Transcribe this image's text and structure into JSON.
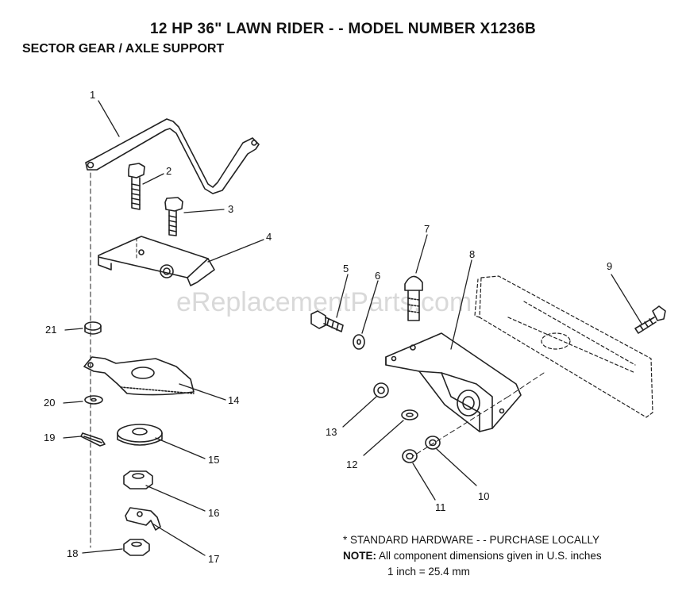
{
  "header": {
    "title": "12 HP 36\" LAWN RIDER - - MODEL NUMBER X1236B",
    "subtitle": "SECTOR GEAR / AXLE SUPPORT"
  },
  "watermark": "eReplacementParts.com",
  "callouts": [
    "1",
    "2",
    "3",
    "4",
    "5",
    "6",
    "7",
    "8",
    "9",
    "10",
    "11",
    "12",
    "13",
    "14",
    "15",
    "16",
    "17",
    "18",
    "19",
    "20",
    "21"
  ],
  "notes": {
    "standard_hardware": "* STANDARD HARDWARE - - PURCHASE LOCALLY",
    "note_label": "NOTE:",
    "note_text": "All component dimensions given in U.S. inches",
    "conversion": "1 inch = 25.4 mm"
  }
}
